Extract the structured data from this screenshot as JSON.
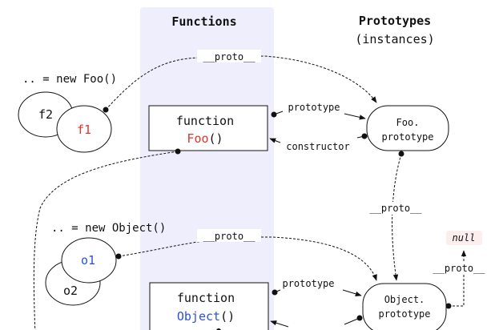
{
  "headers": {
    "functions": "Functions",
    "prototypes": "Prototypes",
    "prototypes_sub": "(instances)"
  },
  "instances": {
    "foo_label": ".. = new Foo()",
    "f1": "f1",
    "f2": "f2",
    "object_label": ".. = new Object()",
    "o1": "o1",
    "o2": "o2"
  },
  "functions": {
    "foo_kw": "function",
    "foo_name": "Foo",
    "foo_parens": "()",
    "object_kw": "function",
    "object_name": "Object",
    "object_parens": "()"
  },
  "prototypes": {
    "foo_line1": "Foo.",
    "foo_line2": "prototype",
    "object_line1": "Object.",
    "object_line2": "prototype",
    "null": "null"
  },
  "edges": {
    "proto": "__proto__",
    "prototype": "prototype",
    "constructor": "constructor"
  },
  "colors": {
    "foo_red": "#e0352b",
    "object_blue": "#2a52d9",
    "functions_band": "#eeeefc",
    "null_bg": "#fdeeee"
  }
}
